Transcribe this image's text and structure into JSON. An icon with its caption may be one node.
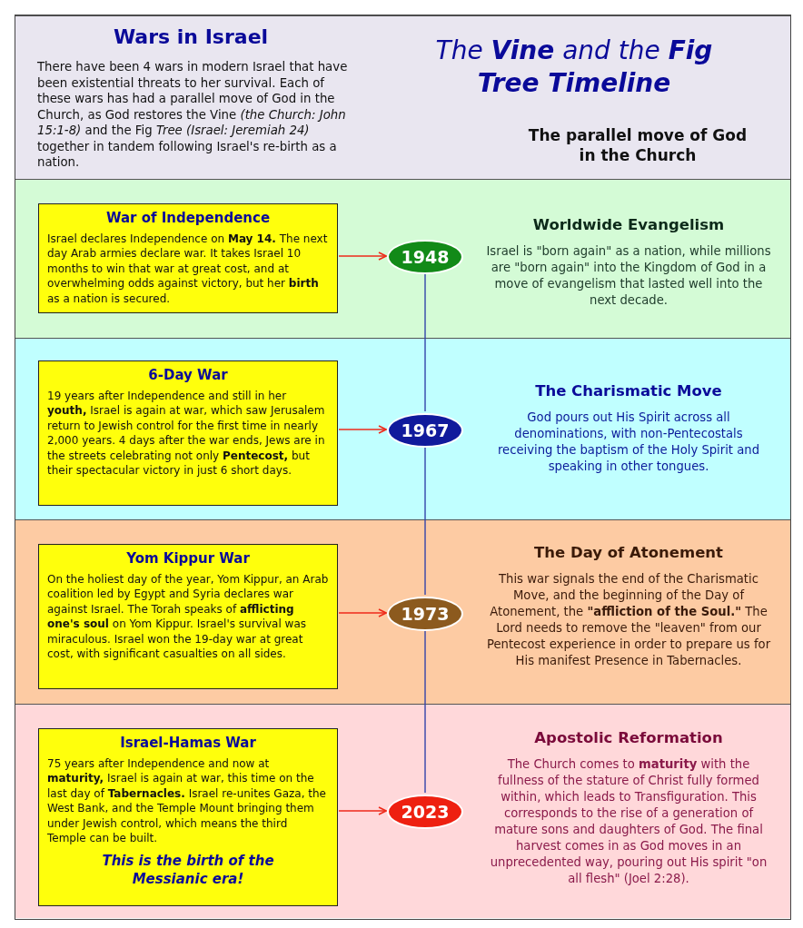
{
  "diagram": {
    "title": "The **Vine** and the **Fig Tree Timeline**",
    "nodes": [
      {
        "text": [
          "Wars in Israel",
          "There have been 4 wars in modern Israel that have been existential threats to her survival. Each of these wars has had a parallel move of God in the Church, as God restores the Vine *(the Church: John 15:1-8)* and the Fig *Tree (Israel: Jeremiah 24)* together in tandem following Israel's re-birth as a nation.",
          "The parallel move of God in the Church"
        ]
      },
      {
        "text": [
          "Worldwide Evangelism",
          "Israel is \"born again\" as a nation, while millions are \"born again\" into the Kingdom of God in a move of evangelism that lasted well into the next decade."
        ]
      },
      {
        "text": [
          "War of Independence",
          "Israel declares Independence on **May 14.** The next day Arab armies declare war. It takes Israel 10 months to win that war at great cost, and at overwhelming odds against victory, but her **birth** as a nation is secured."
        ],
        "in": 1
      },
      {
        "text": [
          "1948"
        ],
        "in": 1
      },
      {
        "text": [
          "The Charismatic Move",
          "God pours out His Spirit across all denominations, with non-Pentecostals receiving the baptism of the Holy Spirit and speaking in other tongues."
        ]
      },
      {
        "text": [
          "6-Day War",
          "19 years after Independence and still in her **youth,** Israel is again at war, which saw Jerusalem return to Jewish control for the first time in nearly 2,000 years. 4 days after the war ends, Jews are in the streets celebrating not only **Pentecost,** but their spectacular victory in just 6 short days."
        ],
        "in": 4
      },
      {
        "text": [
          "1967"
        ],
        "in": 4
      },
      {
        "text": [
          "The Day of Atonement",
          "This war signals the end of the Charismatic Move, and the beginning of the Day of Atonement, the **\"affliction of the Soul.\"** The Lord needs to remove the \"leaven\" from our Pentecost experience in order to prepare us for His manifest Presence in Tabernacles."
        ]
      },
      {
        "text": [
          "Yom Kippur War",
          "On the holiest day of the year, Yom Kippur, an Arab coalition led by Egypt and Syria declares war against Israel. The Torah speaks of **afflicting one's soul** on Yom Kippur. Israel's survival was miraculous. Israel won the 19-day war at great cost, with significant casualties on all sides."
        ],
        "in": 7
      },
      {
        "text": [
          "1973"
        ],
        "in": 7
      },
      {
        "text": [
          "Apostolic Reformation",
          "The Church comes to **maturity** with the fullness of the stature of Christ fully formed within, which leads to Transfiguration. This corresponds to the rise of a generation of mature sons and daughters of God. The final harvest comes in as God moves in an unprecedented way, pouring out His spirit \"on all flesh\" (Joel 2:28)."
        ]
      },
      {
        "text": [
          "Israel-Hamas War",
          "75 years after Independence and now at **maturity,** Israel is again at war, this time on the last day of **Tabernacles.** Israel re-unites Gaza, the West Bank, and the Temple Mount bringing them under Jewish control, which means the third Temple can be built.",
          "This is the birth of the Messianic era!"
        ],
        "in": 10
      },
      {
        "text": [
          "2023"
        ],
        "in": 10
      }
    ],
    "edges": [
      {
        "from": 2,
        "to": 3,
        "arrow": "to"
      },
      {
        "from": 3,
        "to": 6,
        "arrow": "none",
        "color": "#3344aa"
      },
      {
        "from": 5,
        "to": 6,
        "arrow": "to"
      },
      {
        "from": 6,
        "to": 9,
        "arrow": "none",
        "color": "#3344aa"
      },
      {
        "from": 8,
        "to": 9,
        "arrow": "to"
      },
      {
        "from": 9,
        "to": 12,
        "arrow": "none",
        "color": "#3344aa"
      },
      {
        "from": 11,
        "to": 12,
        "arrow": "to"
      }
    ]
  }
}
